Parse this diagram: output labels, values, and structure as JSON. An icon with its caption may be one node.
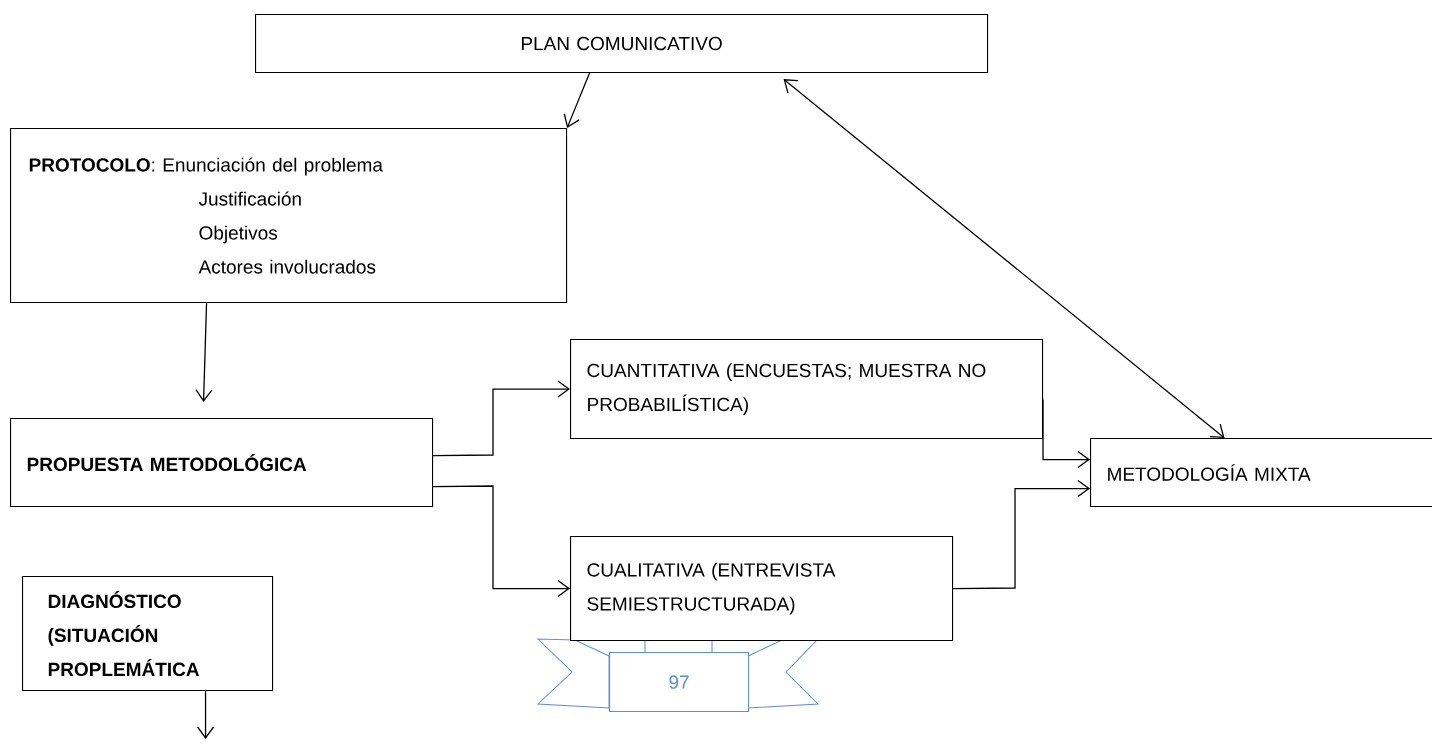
{
  "diagram": {
    "nodes": [
      {
        "text": [
          "PLAN COMUNICATIVO"
        ]
      },
      {
        "text": [
          "**PROTOCOLO**: Enunciación del problema",
          "Justificación",
          "Objetivos",
          "Actores involucrados"
        ]
      },
      {
        "text": [
          "PROPUESTA METODOLÓGICA"
        ]
      },
      {
        "text": [
          "CUANTITATIVA (ENCUESTAS; MUESTRA NO PROBABILÍSTICA)"
        ]
      },
      {
        "text": [
          "CUALITATIVA (ENTREVISTA SEMIESTRUCTURADA)"
        ]
      },
      {
        "text": [
          "METODOLOGÍA MIXTA"
        ]
      },
      {
        "text": [
          "DIAGNÓSTICO (SITUACIÓN PROPLEMÁTICA"
        ]
      },
      {
        "text": [
          "97"
        ]
      }
    ],
    "edges": [
      {
        "from": 0,
        "to": 1,
        "arrow": "to"
      },
      {
        "from": 0,
        "to": 5,
        "arrow": "both"
      },
      {
        "from": 1,
        "to": 2,
        "arrow": "to"
      },
      {
        "from": 2,
        "to": 3,
        "arrow": "to"
      },
      {
        "from": 2,
        "to": 4,
        "arrow": "to"
      },
      {
        "from": 3,
        "to": 5,
        "arrow": "to"
      },
      {
        "from": 4,
        "to": 5,
        "arrow": "to"
      },
      {
        "from": 6,
        "to": null,
        "arrow": "to"
      }
    ]
  }
}
